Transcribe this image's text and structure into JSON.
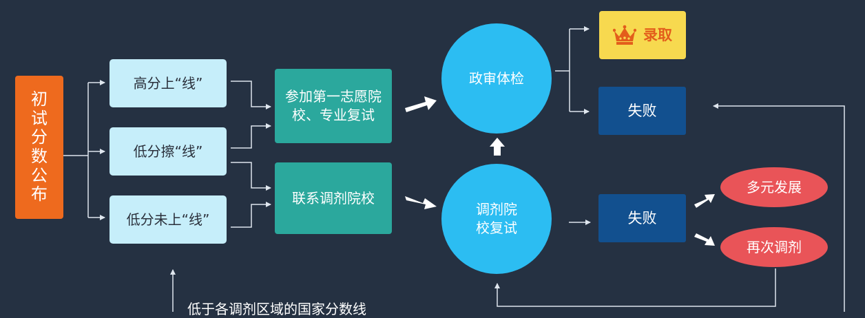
{
  "diagram": {
    "start": "初试分数公布",
    "score_high": "高分上“线”",
    "score_near": "低分擦“线”",
    "score_low": "低分未上“线”",
    "first_choice": "参加第一志愿院校、专业复试",
    "contact_transfer": "联系调剂院校",
    "political_check": "政审体检",
    "transfer_retest": "调剂院校复试",
    "admitted": "录取",
    "fail_top": "失败",
    "fail_bottom": "失败",
    "diverse_dev": "多元发展",
    "transfer_again": "再次调剂",
    "bottom_note": "低于各调剂区域的国家分数线"
  },
  "colors": {
    "background": "#253142",
    "start": "#ee6a1e",
    "score_box": "#c6eefa",
    "teal_box": "#2ba89d",
    "circle": "#2cbdf2",
    "dark_box": "#12508f",
    "pill": "#e95458",
    "admit_box": "#f7d94f",
    "admit_text": "#e35d1b",
    "connector": "#dfe6ee"
  },
  "icons": {
    "admit": "crown-icon"
  }
}
